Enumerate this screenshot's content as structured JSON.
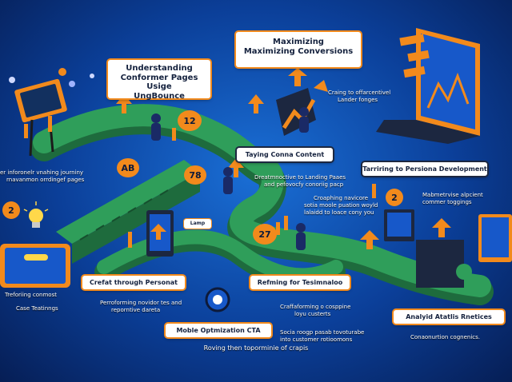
{
  "heading": {
    "line1": "Maximizing",
    "line2": "Maximizing Conversions"
  },
  "boxes": {
    "understanding_l1": "Understanding",
    "understanding_l2": "Conformer Pages Usige",
    "understanding_l3": "UngBounce",
    "tailoring_content": "Taying Conna Content",
    "persona_development": "Tarriring to Persiona Development",
    "craft_personat": "Crefat through Personat",
    "refining": "Refming for Tesimnaloo",
    "analytics": "Analyid Atatlis Rnetices",
    "mobile_cta": "Moble Optmization CTA"
  },
  "captions": {
    "top_right_l1": "Craing to offarcentivel",
    "top_right_l2": "Lander fonges",
    "left_l1": "er inforonelr vnahing journiny",
    "left_l2": "rnavanmon orrdingef pages",
    "center_l1": "Dreatmnoctive to Landing Paaes",
    "center_l2": "and pefovocfy conoriig pacp",
    "right_l1": "Mabmetrvise alpcient",
    "right_l2": "commer toggings",
    "mid_l1": "Croaphing navicore",
    "mid_l2": "sotia moole puation woyld",
    "mid_l3": "lalaidd to loace cony you",
    "bottom_left_l1": "Treforiing conmost",
    "bottom_left_l2": "Case Teatinngs",
    "perf_l1": "Perroforming novidor tes and",
    "perf_l2": "reporntive dareta",
    "craft_l1": "Craffaforming o cosppine",
    "craft_l2": "loyu custerts",
    "social_l1": "Socia roogp pasab tovoturabe",
    "social_l2": "into customer rotioomons",
    "consumer": "Conaonurtion cognenics.",
    "tagline": "Roving then toporminie of crapis"
  },
  "badges": {
    "b12": "12",
    "bAB": "AB",
    "b78": "78",
    "b27": "27",
    "b2": "2",
    "b2b": "2"
  },
  "screens": {
    "lamp": "Lamp"
  },
  "colors": {
    "path": "#2f9e5a",
    "path_dark": "#1e6b3d",
    "accent": "#f28a1c",
    "navy": "#14213d",
    "bg": "#0b3f99"
  }
}
